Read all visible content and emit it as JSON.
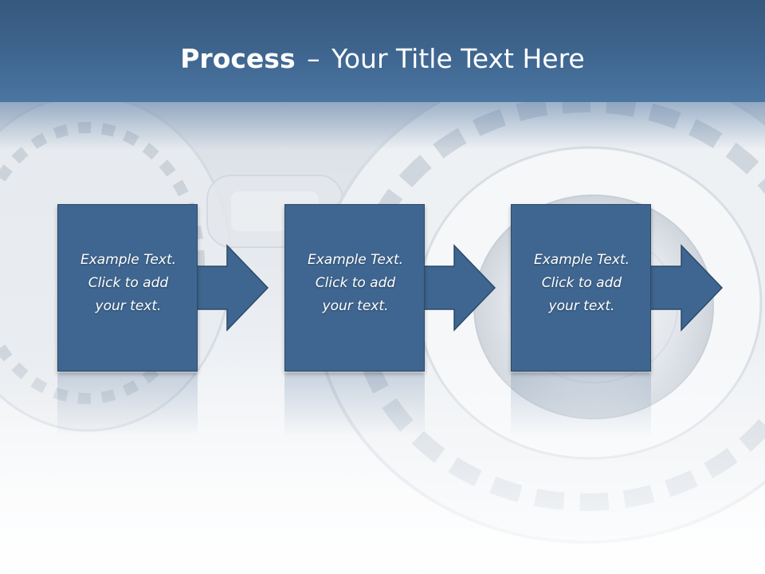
{
  "slide": {
    "title_bold": "Process",
    "title_dash": "–",
    "title_rest": "Your Title Text Here"
  },
  "steps": [
    {
      "line1": "Example Text.",
      "line2": "Click  to add",
      "line3": "your text."
    },
    {
      "line1": "Example Text.",
      "line2": "Click  to add",
      "line3": "your text."
    },
    {
      "line1": "Example Text.",
      "line2": "Click  to add",
      "line3": "your text."
    }
  ],
  "colors": {
    "title_bar": "#3f6690",
    "step_fill": "#3f6690",
    "step_border": "#2c4a6b",
    "title_text": "#ffffff"
  },
  "icons": {
    "connector": "right-arrow-icon"
  }
}
